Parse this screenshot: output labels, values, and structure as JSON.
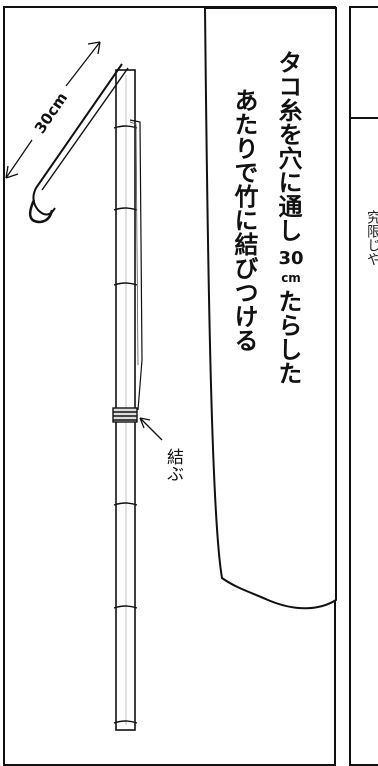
{
  "narration": {
    "line1": "タコ糸を穴に通し",
    "line1_num": "30",
    "line1_unit": "cm",
    "line1_tail": "たらした",
    "line2": "あたりで竹に結びつける"
  },
  "labels": {
    "length": "30cm",
    "tie": "結ぶ"
  },
  "next_panel": {
    "visible_chars": "究限じや"
  }
}
